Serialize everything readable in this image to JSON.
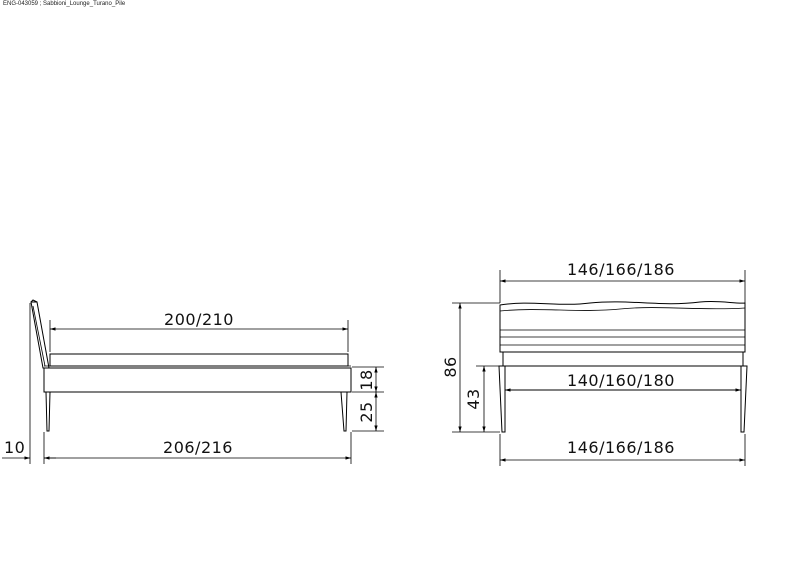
{
  "header": {
    "label": "ENG-043059 ; Sabbioni_Lounge_Turano_Pile"
  },
  "side_view": {
    "dims": {
      "mattress_length": "200/210",
      "overall_length": "206/216",
      "headboard_offset": "10",
      "frame_height": "18",
      "leg_height": "25"
    }
  },
  "end_view": {
    "dims": {
      "top_width": "146/166/186",
      "inner_width": "140/160/180",
      "bottom_width": "146/166/186",
      "total_height": "86",
      "frame_top_height": "43"
    }
  }
}
